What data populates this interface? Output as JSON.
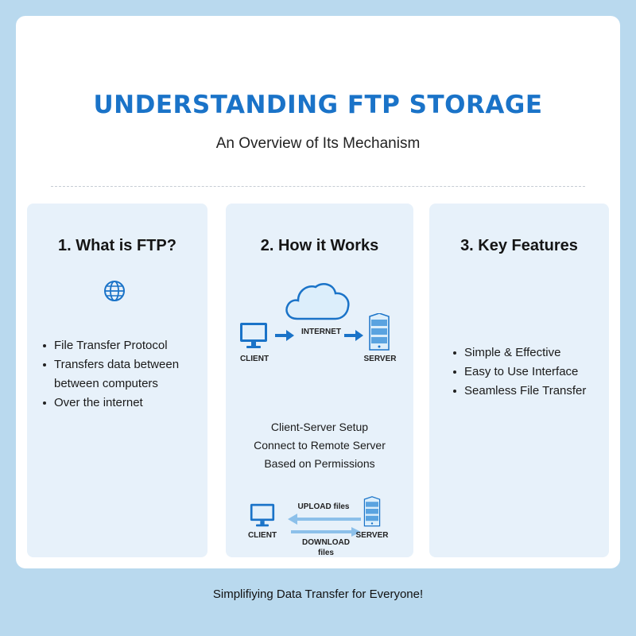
{
  "header": {
    "title": "UNDERSTANDING FTP STORAGE",
    "subtitle": "An Overview of Its Mechanism"
  },
  "panels": [
    {
      "title": "1. What is FTP?",
      "icon": "globe-icon",
      "bullets": [
        "File Transfer Protocol",
        "Transfers data between",
        "between computers",
        "Over the internet"
      ]
    },
    {
      "title": "2. How it Works",
      "diagram": {
        "client_label": "CLIENT",
        "internet_label": "INTERNET",
        "server_label": "SERVER"
      },
      "setup_lines": [
        "Client-Server Setup",
        "Connect to Remote Server",
        "Based on Permissions"
      ],
      "transfer": {
        "client_label": "CLIENT",
        "server_label": "SERVER",
        "upload_label": "UPLOAD files",
        "download_label_1": "DOWNLOAD",
        "download_label_2": "files"
      }
    },
    {
      "title": "3. Key Features",
      "bullets": [
        "Simple & Effective",
        "Easy to Use Interface",
        "Seamless File Transfer"
      ]
    }
  ],
  "footer": {
    "tagline": "Simplifiying Data Transfer for Everyone!"
  },
  "colors": {
    "accent": "#1a73c8",
    "panel": "#e7f1fa",
    "background": "#b9d9ee"
  }
}
